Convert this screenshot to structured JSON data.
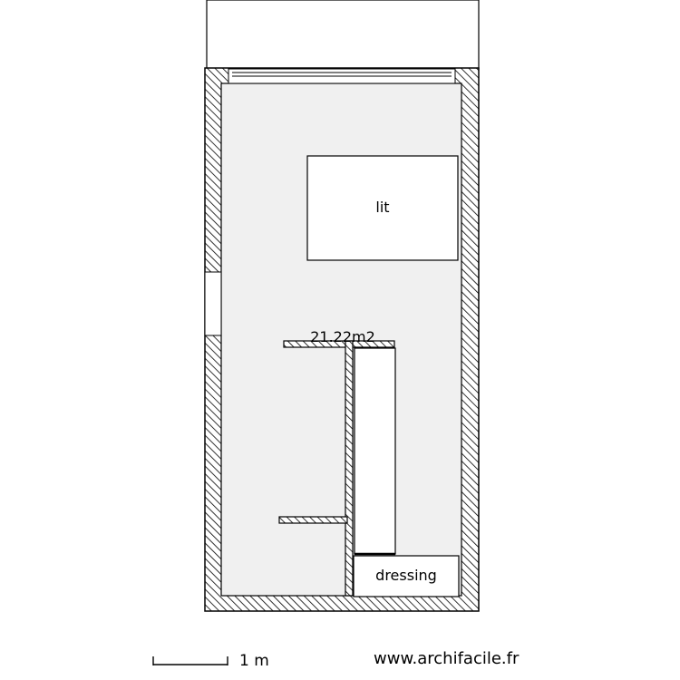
{
  "plan": {
    "rooms": [
      {
        "name": "lit"
      },
      {
        "name": "dressing"
      }
    ],
    "area_label": "21.22m2"
  },
  "footer": {
    "scale_label": "1 m",
    "site": "www.archifacile.fr"
  },
  "colors": {
    "floor": "#f0f0f0",
    "wall_hatch": "#000000",
    "background": "#ffffff"
  }
}
